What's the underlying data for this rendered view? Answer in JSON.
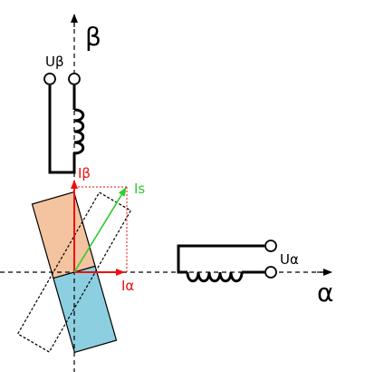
{
  "diagram": {
    "axes": {
      "alpha": "α",
      "beta": "β"
    },
    "vectors": {
      "i_beta": "Iβ",
      "i_alpha": "Iα",
      "i_s": "Is"
    },
    "terminals": {
      "u_beta": "Uβ",
      "u_alpha": "Uα"
    },
    "colors": {
      "axis": "#000000",
      "current_components": "#ee1111",
      "stator_current": "#2ecc2e",
      "rotor_north": "#f4c4a0",
      "rotor_south": "#8ccfe0",
      "coil": "#000000"
    }
  }
}
